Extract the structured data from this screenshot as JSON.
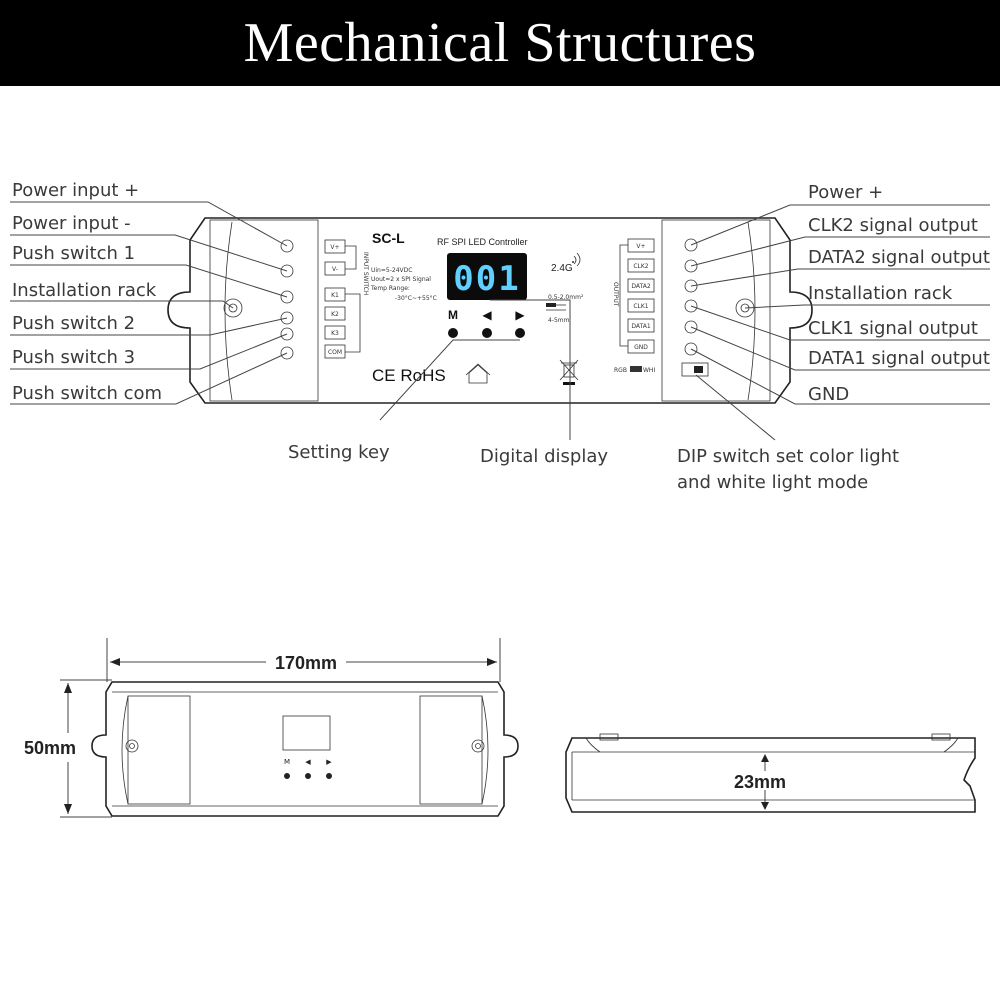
{
  "title": "Mechanical Structures",
  "left_labels": [
    "Power input +",
    "Power input -",
    "Push switch 1",
    "Installation rack",
    "Push switch 2",
    "Push switch 3",
    "Push switch com"
  ],
  "right_labels": [
    "Power +",
    "CLK2 signal output",
    "DATA2 signal output",
    "Installation rack",
    "CLK1 signal output",
    "DATA1 signal output",
    "GND"
  ],
  "bottom_labels": {
    "setting_key": "Setting key",
    "digital_display": "Digital display",
    "dip_line1": "DIP switch set color light",
    "dip_line2": "and white light mode"
  },
  "device": {
    "model": "SC-L",
    "name": "RF SPI LED Controller",
    "display": "001",
    "wireless": "2.4G",
    "spec_lines": [
      "Uin=5-24VDC",
      "Uout=2 x SPI Signal",
      "Temp Range:",
      "-30°C~+55°C"
    ],
    "input_terminals": [
      "V+",
      "V-",
      "K1",
      "K2",
      "K3",
      "COM"
    ],
    "input_side_label": "INPUT\nSWITCH",
    "output_terminals": [
      "V+",
      "CLK2",
      "DATA2",
      "CLK1",
      "DATA1",
      "GND"
    ],
    "output_side_label": "OUTPUT",
    "wire_spec": [
      "0.5-2.0mm²",
      "4-5mm"
    ],
    "keys": [
      "M",
      "◀",
      "▶"
    ],
    "certification": "CE RoHS",
    "dip_left": "RGB",
    "dip_right": "WHI"
  },
  "dimensions": {
    "length": "170mm",
    "width": "50mm",
    "height": "23mm"
  },
  "colors": {
    "display_background": "#0b0b0b",
    "display_digits": "#5fd0ff",
    "banner": "#000000"
  }
}
